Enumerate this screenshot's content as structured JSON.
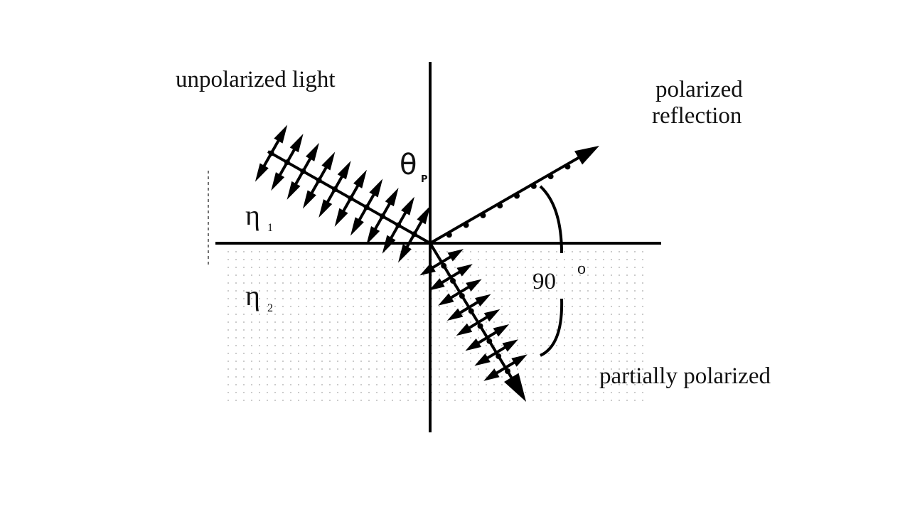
{
  "labels": {
    "incident": "unpolarized light",
    "reflected_1": "polarized",
    "reflected_2": "reflection",
    "refracted": "partially polarized",
    "theta": "θ",
    "theta_sub": "P",
    "medium1": "η",
    "medium1_sub": "1",
    "medium2": "η",
    "medium2_sub": "2",
    "angle": "90",
    "degree": "o"
  }
}
